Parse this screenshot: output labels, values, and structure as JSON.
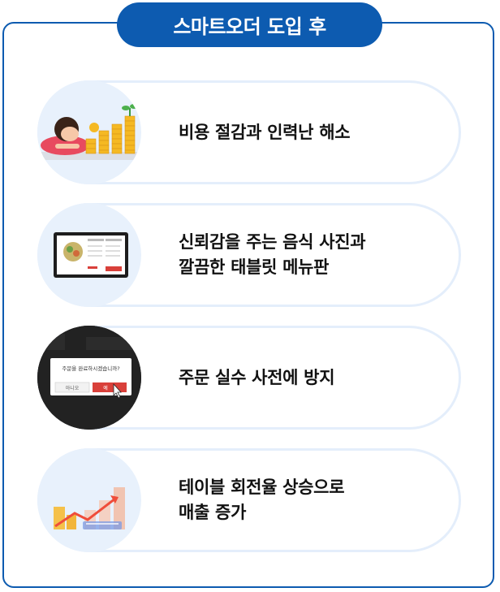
{
  "header": {
    "title": "스마트오더 도입 후"
  },
  "cards": [
    {
      "lines": [
        "비용 절감과 인력난 해소"
      ],
      "icon": "coins-woman-icon"
    },
    {
      "lines": [
        "신뢰감을 주는 음식 사진과",
        "깔끔한 태블릿 메뉴판"
      ],
      "icon": "tablet-menu-icon"
    },
    {
      "lines": [
        "주문 실수 사전에 방지"
      ],
      "icon": "order-confirm-dialog-icon",
      "dialog": {
        "message": "주문을 완료하시겠습니까?",
        "cancel": "아니오",
        "confirm": "예"
      }
    },
    {
      "lines": [
        "테이블 회전율 상승으로",
        "매출 증가"
      ],
      "icon": "growth-chart-icon"
    }
  ],
  "colors": {
    "brand": "#0d5bb0",
    "card_border": "#e4eefb",
    "icon_bg": "#e8f1fc",
    "accent_red": "#d9403a"
  }
}
